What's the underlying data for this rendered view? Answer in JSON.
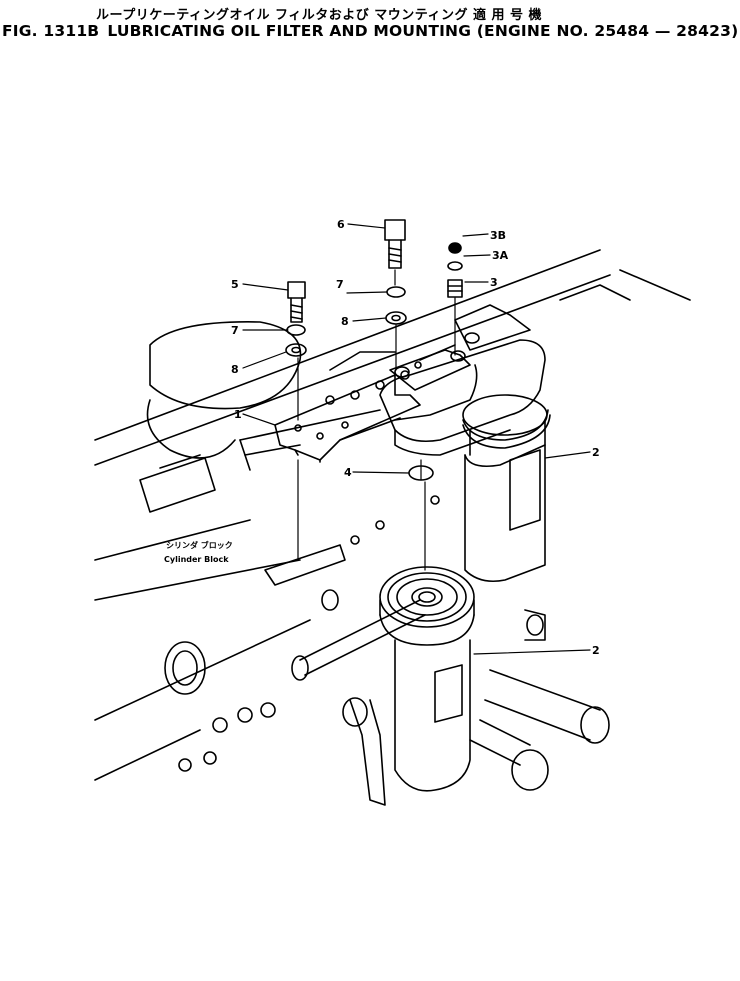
{
  "header": {
    "japanese_title": "ループリケーティングオイル フィルタおよび マウンティング 適 用 号 機",
    "fig_number": "FIG. 1311B",
    "title": "LUBRICATING OIL FILTER AND MOUNTING (ENGINE NO. 25484 — 28423)"
  },
  "callouts": {
    "p6": "6",
    "p3b": "3B",
    "p3a": "3A",
    "p3": "3",
    "p5": "5",
    "p7a": "7",
    "p7b": "7",
    "p8a": "8",
    "p8b": "8",
    "p1": "1",
    "p2a": "2",
    "p4": "4",
    "p2b": "2"
  },
  "cylinder_block": {
    "japanese": "シリンダ ブロック",
    "label": "Cylinder Block"
  },
  "colors": {
    "line": "#000000",
    "background": "#ffffff"
  }
}
